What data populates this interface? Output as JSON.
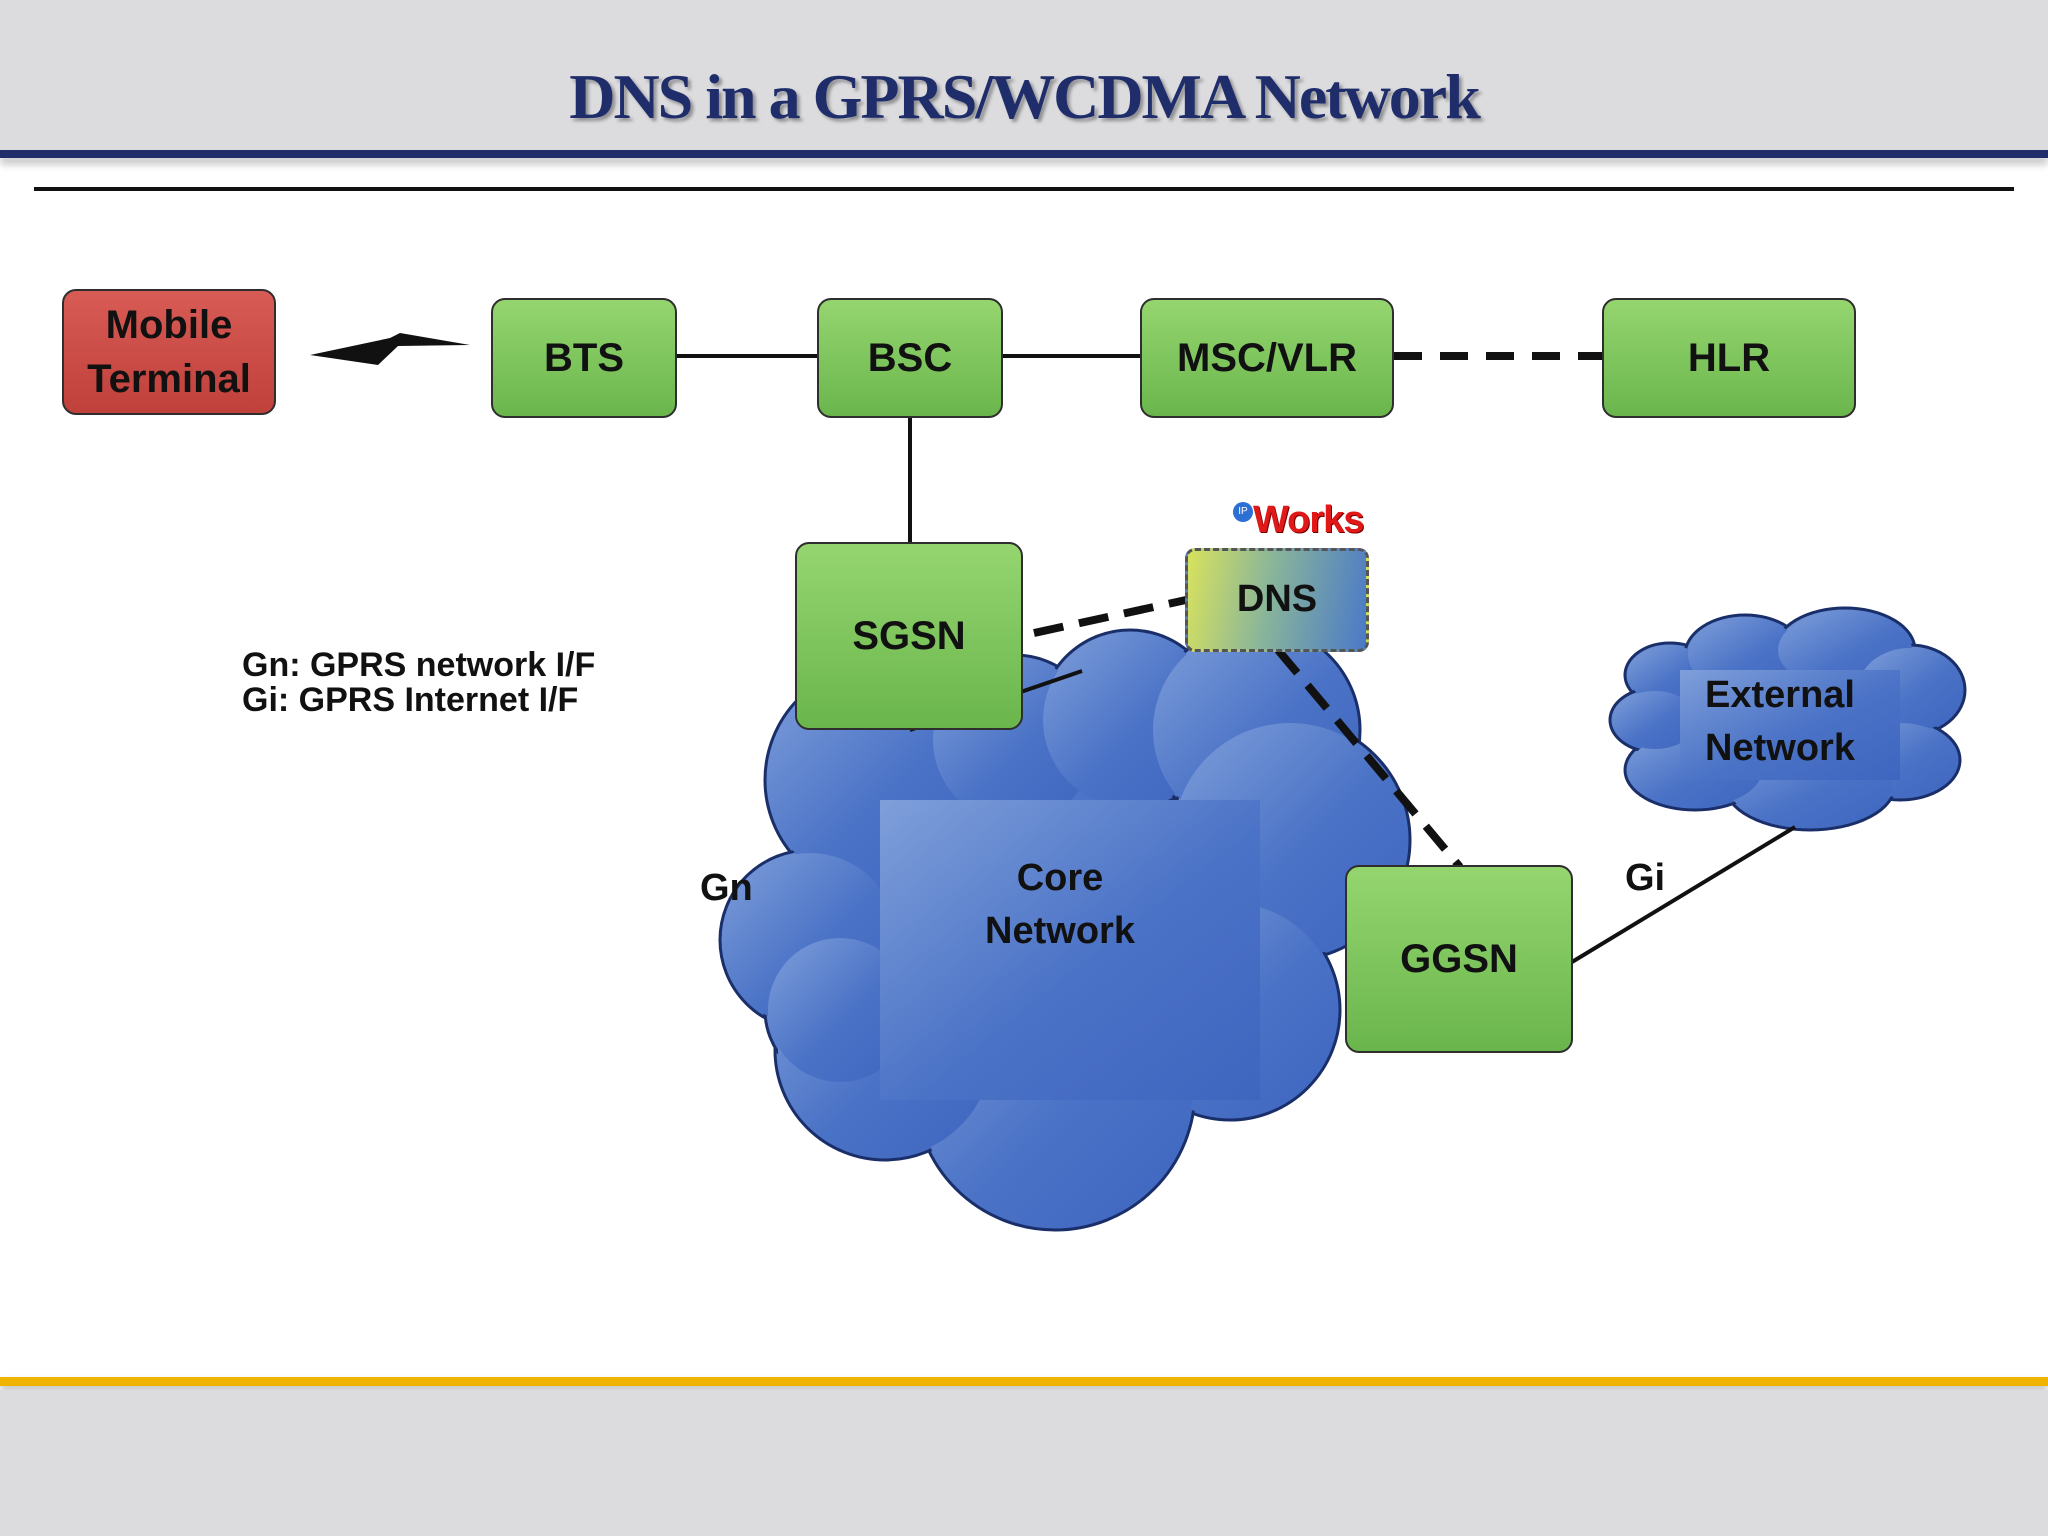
{
  "slide": {
    "title": "DNS in a GPRS/WCDMA Network"
  },
  "nodes": {
    "mobile_terminal": "Mobile Terminal",
    "bts": "BTS",
    "bsc": "BSC",
    "msc_vlr": "MSC/VLR",
    "hlr": "HLR",
    "sgsn": "SGSN",
    "dns": "DNS",
    "ggsn": "GGSN"
  },
  "clouds": {
    "core_network": "Core Network",
    "external_network": "External Network"
  },
  "interface_labels": {
    "gn": "Gn",
    "gi": "Gi"
  },
  "legend": {
    "line1": "Gn: GPRS network I/F",
    "line2": "Gi: GPRS Internet I/F"
  },
  "logo": {
    "text": "Works",
    "badge": "IP"
  },
  "colors": {
    "title": "#1f2d6b",
    "node_green": "#7ec55c",
    "mobile_red": "#c9463f",
    "cloud_blue": "#4a72c6",
    "footer_rule": "#f0b400"
  }
}
